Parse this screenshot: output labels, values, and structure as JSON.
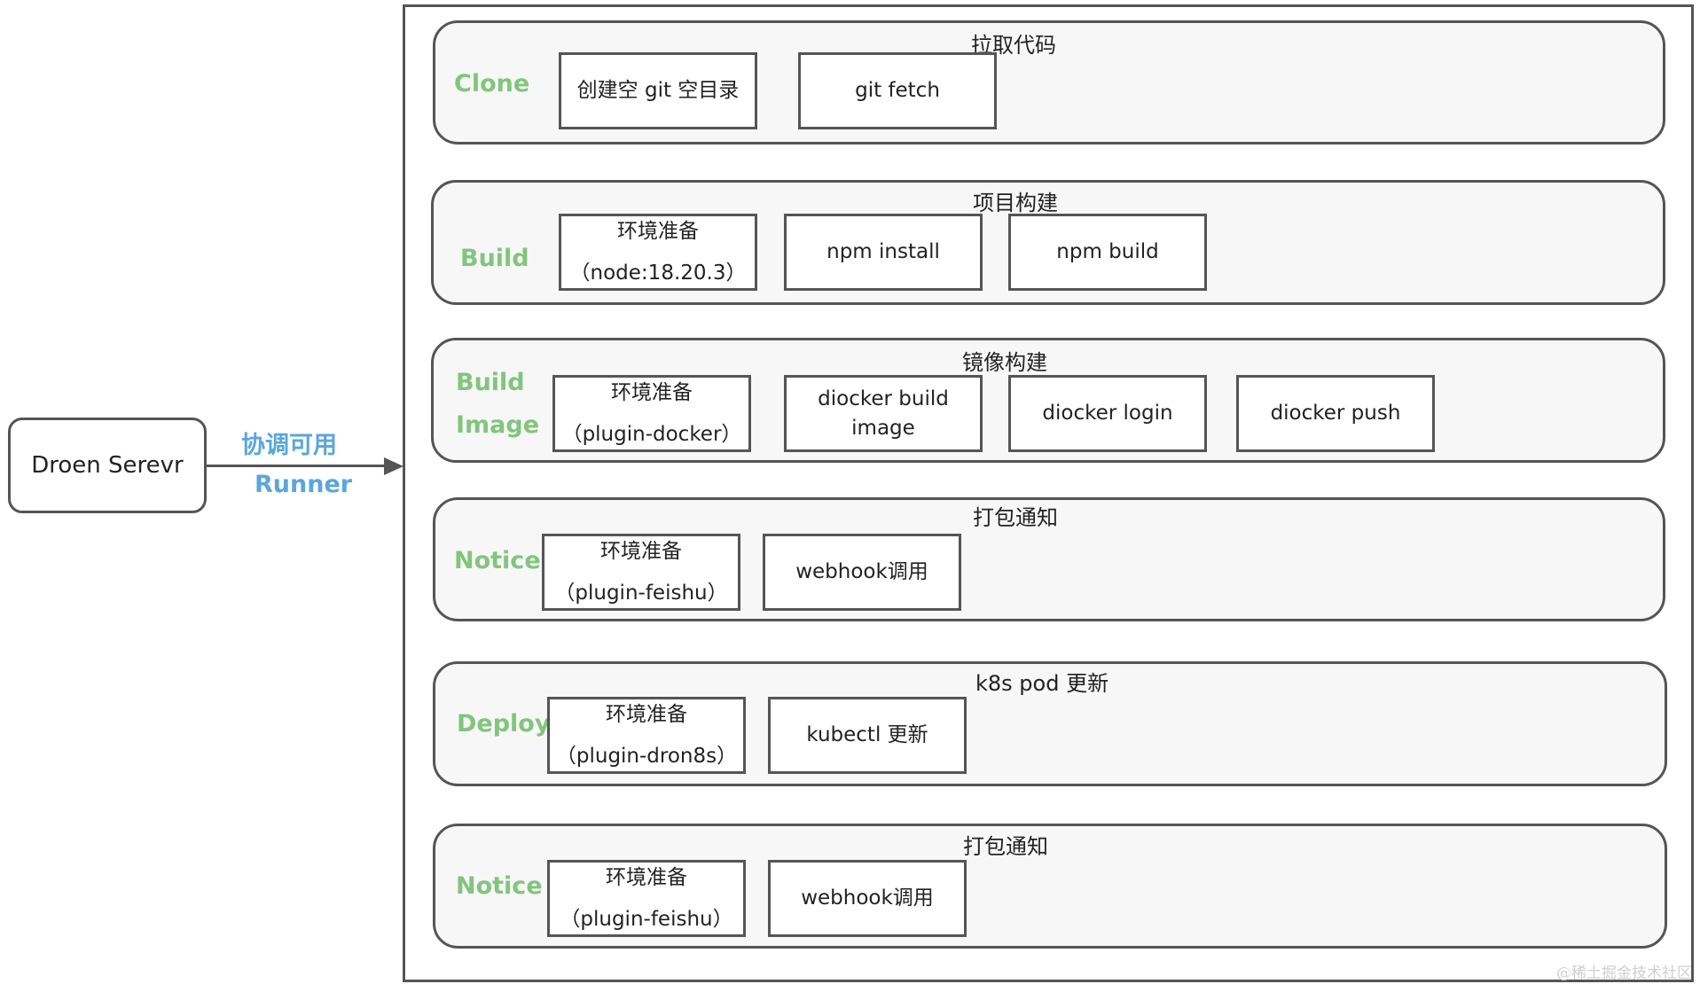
{
  "server": {
    "label": "Droen Serevr"
  },
  "connector": {
    "line1": "协调可用",
    "line2": "Runner"
  },
  "colors": {
    "stage_label": "#82c57d",
    "connector_label": "#5aa6dd",
    "border": "#555555",
    "stage_fill": "#f7f7f7"
  },
  "stages": [
    {
      "name": "Clone",
      "title": "拉取代码",
      "steps": [
        {
          "lines": [
            "创建空 git 空目录"
          ]
        },
        {
          "lines": [
            "git fetch"
          ]
        }
      ]
    },
    {
      "name": "Build",
      "title": "项目构建",
      "steps": [
        {
          "lines": [
            "环境准备",
            "（node:18.20.3）"
          ]
        },
        {
          "lines": [
            "npm install"
          ]
        },
        {
          "lines": [
            "npm build"
          ]
        }
      ]
    },
    {
      "name": "Build Image",
      "name_lines": [
        "Build",
        "Image"
      ],
      "title": "镜像构建",
      "steps": [
        {
          "lines": [
            "环境准备",
            "（plugin-docker）"
          ]
        },
        {
          "lines": [
            "diocker build image"
          ]
        },
        {
          "lines": [
            "diocker login"
          ]
        },
        {
          "lines": [
            "diocker push"
          ]
        }
      ]
    },
    {
      "name": "Notice",
      "title": "打包通知",
      "steps": [
        {
          "lines": [
            "环境准备",
            "（plugin-feishu）"
          ]
        },
        {
          "lines": [
            "webhook调用"
          ]
        }
      ]
    },
    {
      "name": "Deploy",
      "title": "k8s pod 更新",
      "steps": [
        {
          "lines": [
            "环境准备",
            "（plugin-dron8s）"
          ]
        },
        {
          "lines": [
            "kubectl 更新"
          ]
        }
      ]
    },
    {
      "name": "Notice",
      "title": "打包通知",
      "steps": [
        {
          "lines": [
            "环境准备",
            "（plugin-feishu）"
          ]
        },
        {
          "lines": [
            "webhook调用"
          ]
        }
      ]
    }
  ],
  "watermark": "@稀土掘金技术社区"
}
